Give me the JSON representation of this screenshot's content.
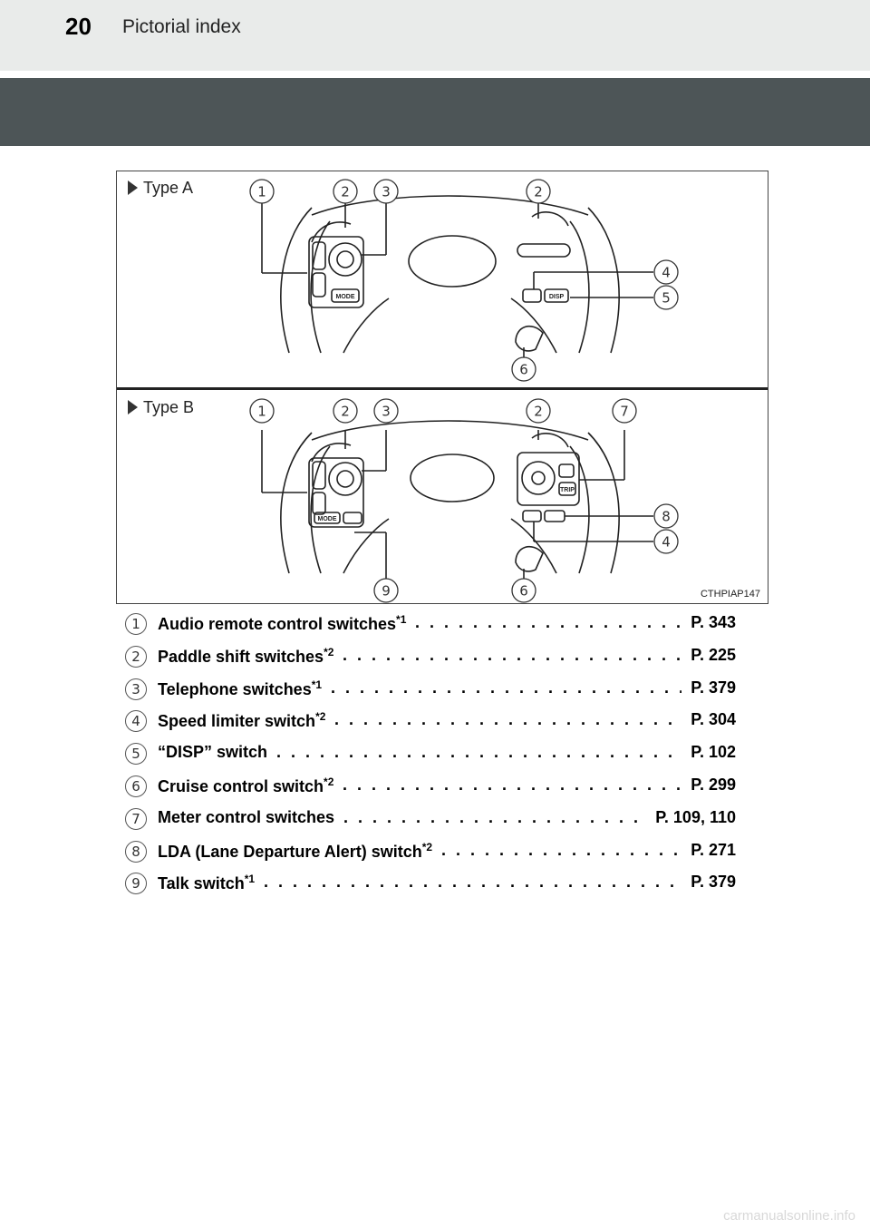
{
  "header": {
    "page_number": "20",
    "section_title": "Pictorial index"
  },
  "figure": {
    "type_a_label": "Type A",
    "type_b_label": "Type B",
    "code": "CTHPIAP147",
    "type_a_callouts": [
      "1",
      "2",
      "3",
      "2",
      "4",
      "5",
      "6"
    ],
    "type_b_callouts": [
      "1",
      "2",
      "3",
      "2",
      "7",
      "8",
      "4",
      "9",
      "6"
    ],
    "button_labels": {
      "mode": "MODE",
      "disp": "DISP",
      "trip": "TRIP"
    }
  },
  "items": [
    {
      "num": "1",
      "label": "Audio remote control switches",
      "sup": "*1",
      "page": "P. 343"
    },
    {
      "num": "2",
      "label": "Paddle shift switches",
      "sup": "*2",
      "page": "P. 225"
    },
    {
      "num": "3",
      "label": "Telephone switches",
      "sup": "*1",
      "page": "P. 379"
    },
    {
      "num": "4",
      "label": "Speed limiter switch",
      "sup": "*2",
      "page": "P. 304"
    },
    {
      "num": "5",
      "label": "“DISP” switch",
      "sup": "",
      "page": "P. 102"
    },
    {
      "num": "6",
      "label": "Cruise control switch",
      "sup": "*2",
      "page": "P. 299"
    },
    {
      "num": "7",
      "label": "Meter control switches",
      "sup": "",
      "page": "P. 109, 110"
    },
    {
      "num": "8",
      "label": "LDA (Lane Departure Alert) switch",
      "sup": "*2",
      "page": "P. 271"
    },
    {
      "num": "9",
      "label": "Talk switch",
      "sup": "*1",
      "page": "P. 379"
    }
  ],
  "footer": {
    "watermark": "carmanualsonline.info"
  }
}
